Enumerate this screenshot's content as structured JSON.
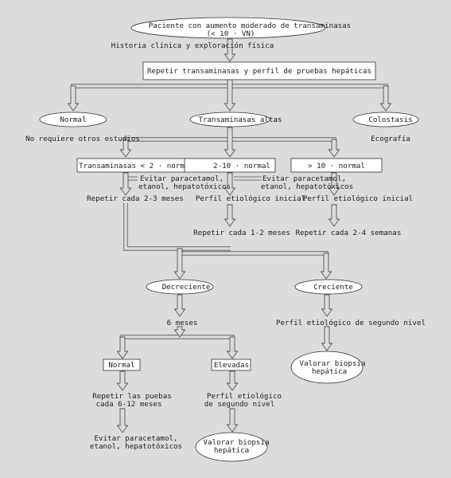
{
  "nodes": {
    "start": [
      "Paciente con aumento moderado de transaminasas",
      "(< 10 · VN)"
    ],
    "historia": "Historia clínica y exploración física",
    "repetir_perfil": "Repetir transaminasas y perfil de pruebas hepáticas",
    "normal": "Normal",
    "altas": "Transaminasas altas",
    "colostasis": "Colostasis",
    "no_requiere": "No requiere otros estudios",
    "ecografia": "Ecografía",
    "lt2": "Transaminasas < 2 · normal",
    "r2_10": "2-10 · normal",
    "gt10": "> 10 · normal",
    "evitar_1": [
      "Evitar paracetamol,",
      "etanol, hepatotóxicos"
    ],
    "evitar_2": [
      "Evitar paracetamol,",
      "etanol, hepatotóxicos"
    ],
    "repetir_2_3": "Repetir cada 2-3 meses",
    "perfil_inicial_1": "Perfil etiológico inicial",
    "perfil_inicial_2": "Perfil etiológico inicial",
    "repetir_1_2": "Repetir cada 1-2 meses",
    "repetir_2_4": "Repetir cada 2-4 semanas",
    "decreciente": "Decreciente",
    "creciente": "Creciente",
    "seis_meses": "6 meses",
    "perfil_segundo_1": "Perfil etiológico de segundo nivel",
    "biopsia_1": [
      "Valorar biopsia",
      "hepática"
    ],
    "normal_2": "Normal",
    "elevadas": "Elevadas",
    "repetir_pruebas": [
      "Repetir las puebas",
      "cada 6-12 meses"
    ],
    "perfil_segundo_2": [
      "Perfil etiológico",
      "de segundo nivel"
    ],
    "evitar_3": [
      "Evitar paracetamol,",
      "etanol, hepatotóxicos"
    ],
    "biopsia_2": [
      "Valorar biopsia",
      "hepática"
    ]
  }
}
